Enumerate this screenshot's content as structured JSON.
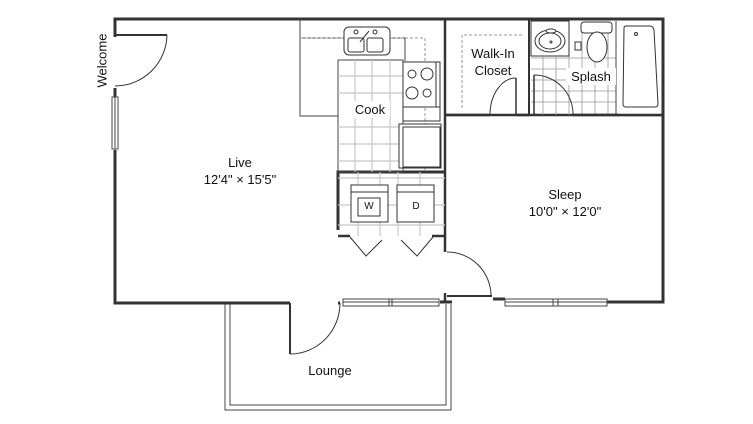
{
  "floorplan": {
    "colors": {
      "wall": "#333333",
      "line": "#444444",
      "tile": "#c8c8c8",
      "dashed": "#999999",
      "background": "#ffffff"
    },
    "rooms": {
      "welcome": {
        "name": "Welcome"
      },
      "live": {
        "name": "Live",
        "dimensions": "12'4\" × 15'5\""
      },
      "cook": {
        "name": "Cook"
      },
      "walk_in_closet": {
        "name_line1": "Walk-In",
        "name_line2": "Closet"
      },
      "splash": {
        "name": "Splash"
      },
      "sleep": {
        "name": "Sleep",
        "dimensions": "10'0\" × 12'0\""
      },
      "lounge": {
        "name": "Lounge"
      }
    },
    "appliances": {
      "washer": "W",
      "dryer": "D"
    }
  }
}
